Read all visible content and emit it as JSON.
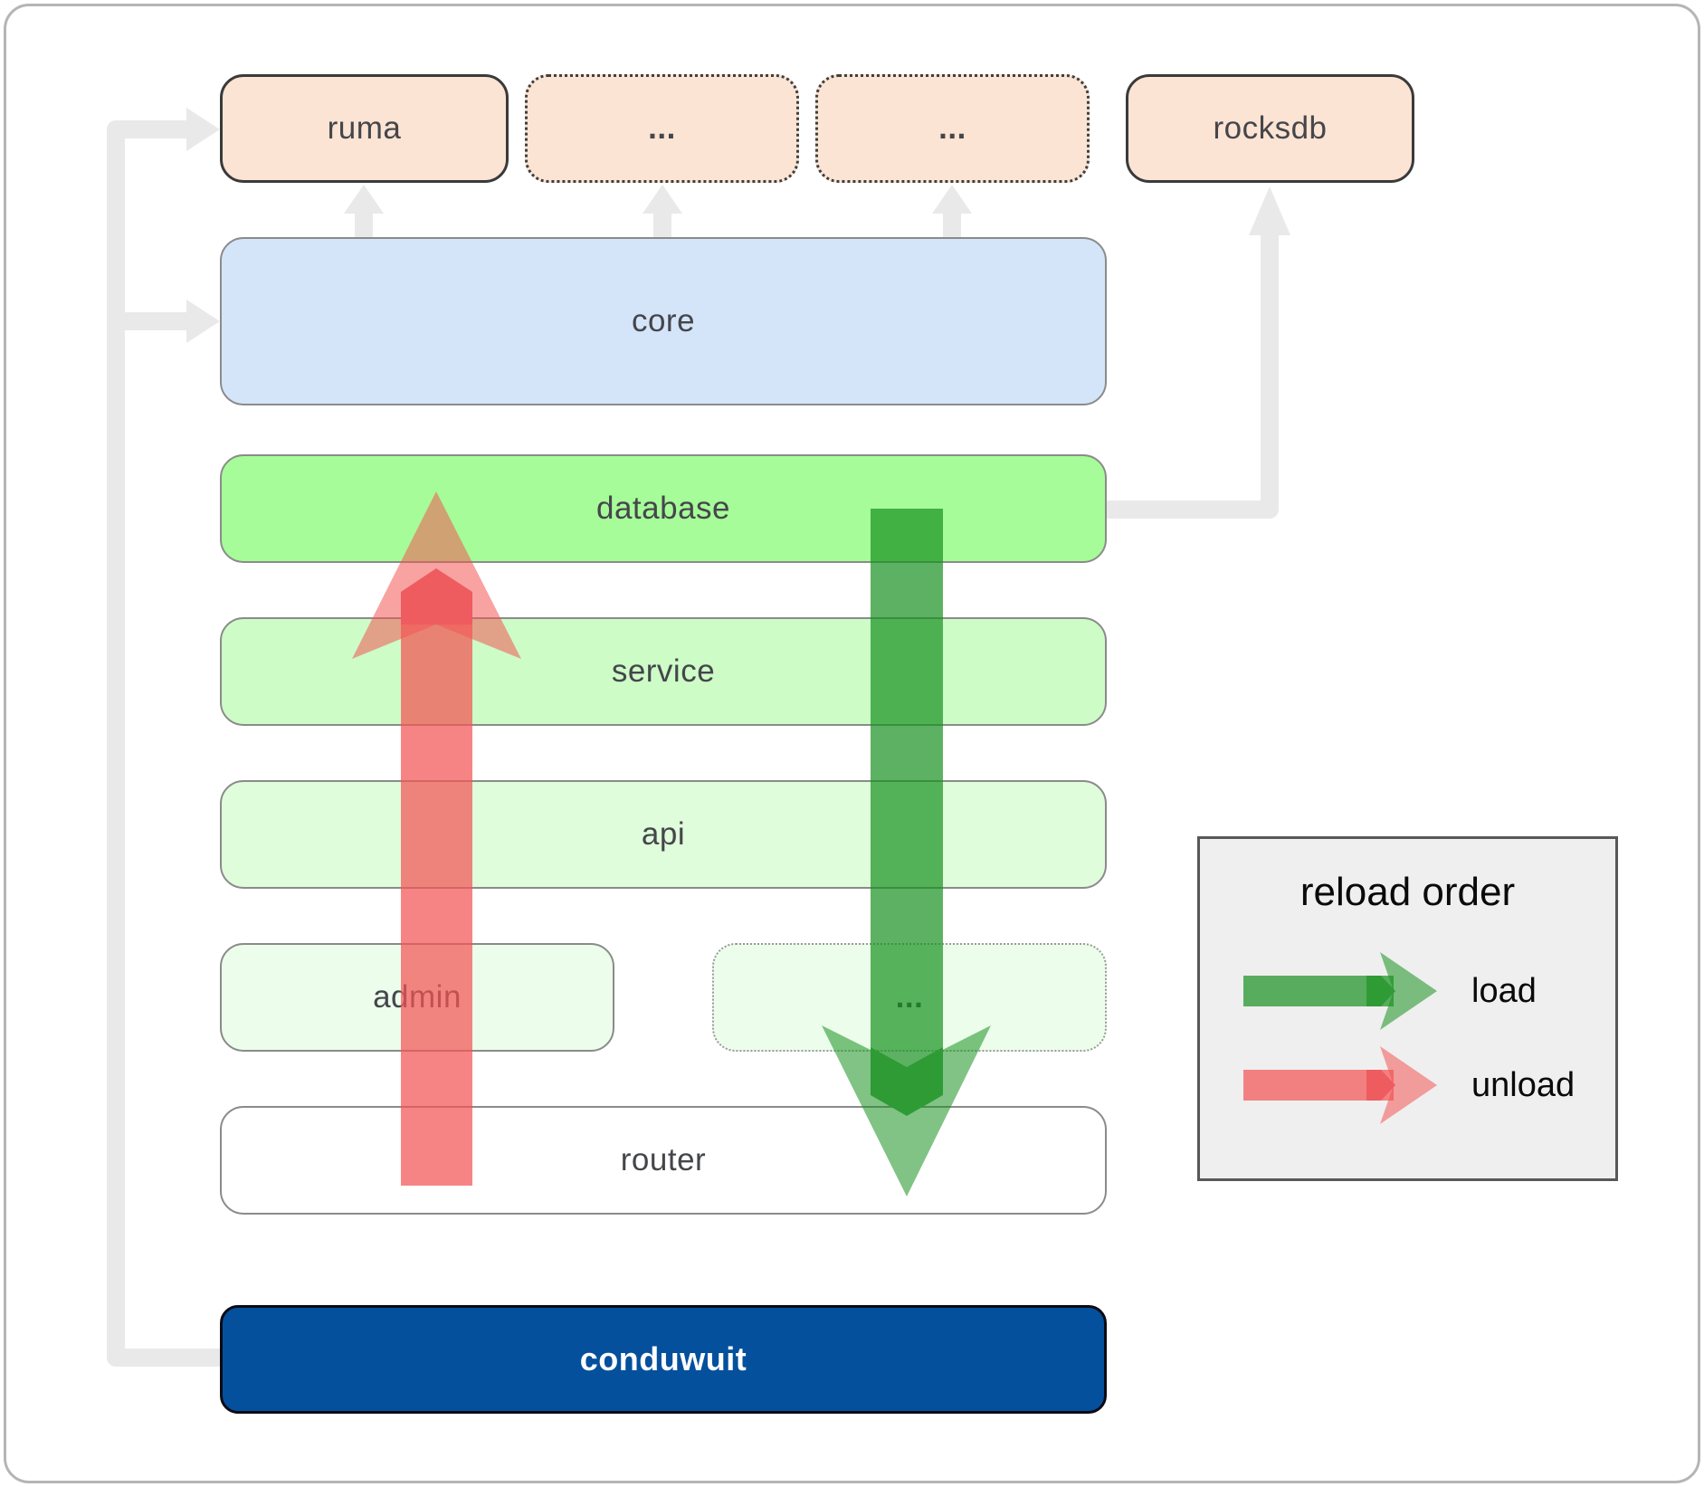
{
  "boxes": {
    "ruma": "ruma",
    "dots_top_1": "...",
    "dots_top_2": "...",
    "rocksdb": "rocksdb",
    "core": "core",
    "database": "database",
    "service": "service",
    "api": "api",
    "admin": "admin",
    "dots_admin_row": "...",
    "router": "router",
    "conduwuit": "conduwuit"
  },
  "legend": {
    "title": "reload order",
    "load_label": "load",
    "unload_label": "unload"
  },
  "colors": {
    "load_green_base": "#17911f",
    "load_green_dark": "#2f9b35",
    "unload_red_base": "#f25555",
    "unload_red_dark": "#ee5c5f",
    "connector_gray": "#e9e9e9",
    "core_blue": "#d4e5fa",
    "database_green": "#a6fc98",
    "node_peach": "#fbe4d3",
    "conduwuit_blue": "#04509c"
  }
}
